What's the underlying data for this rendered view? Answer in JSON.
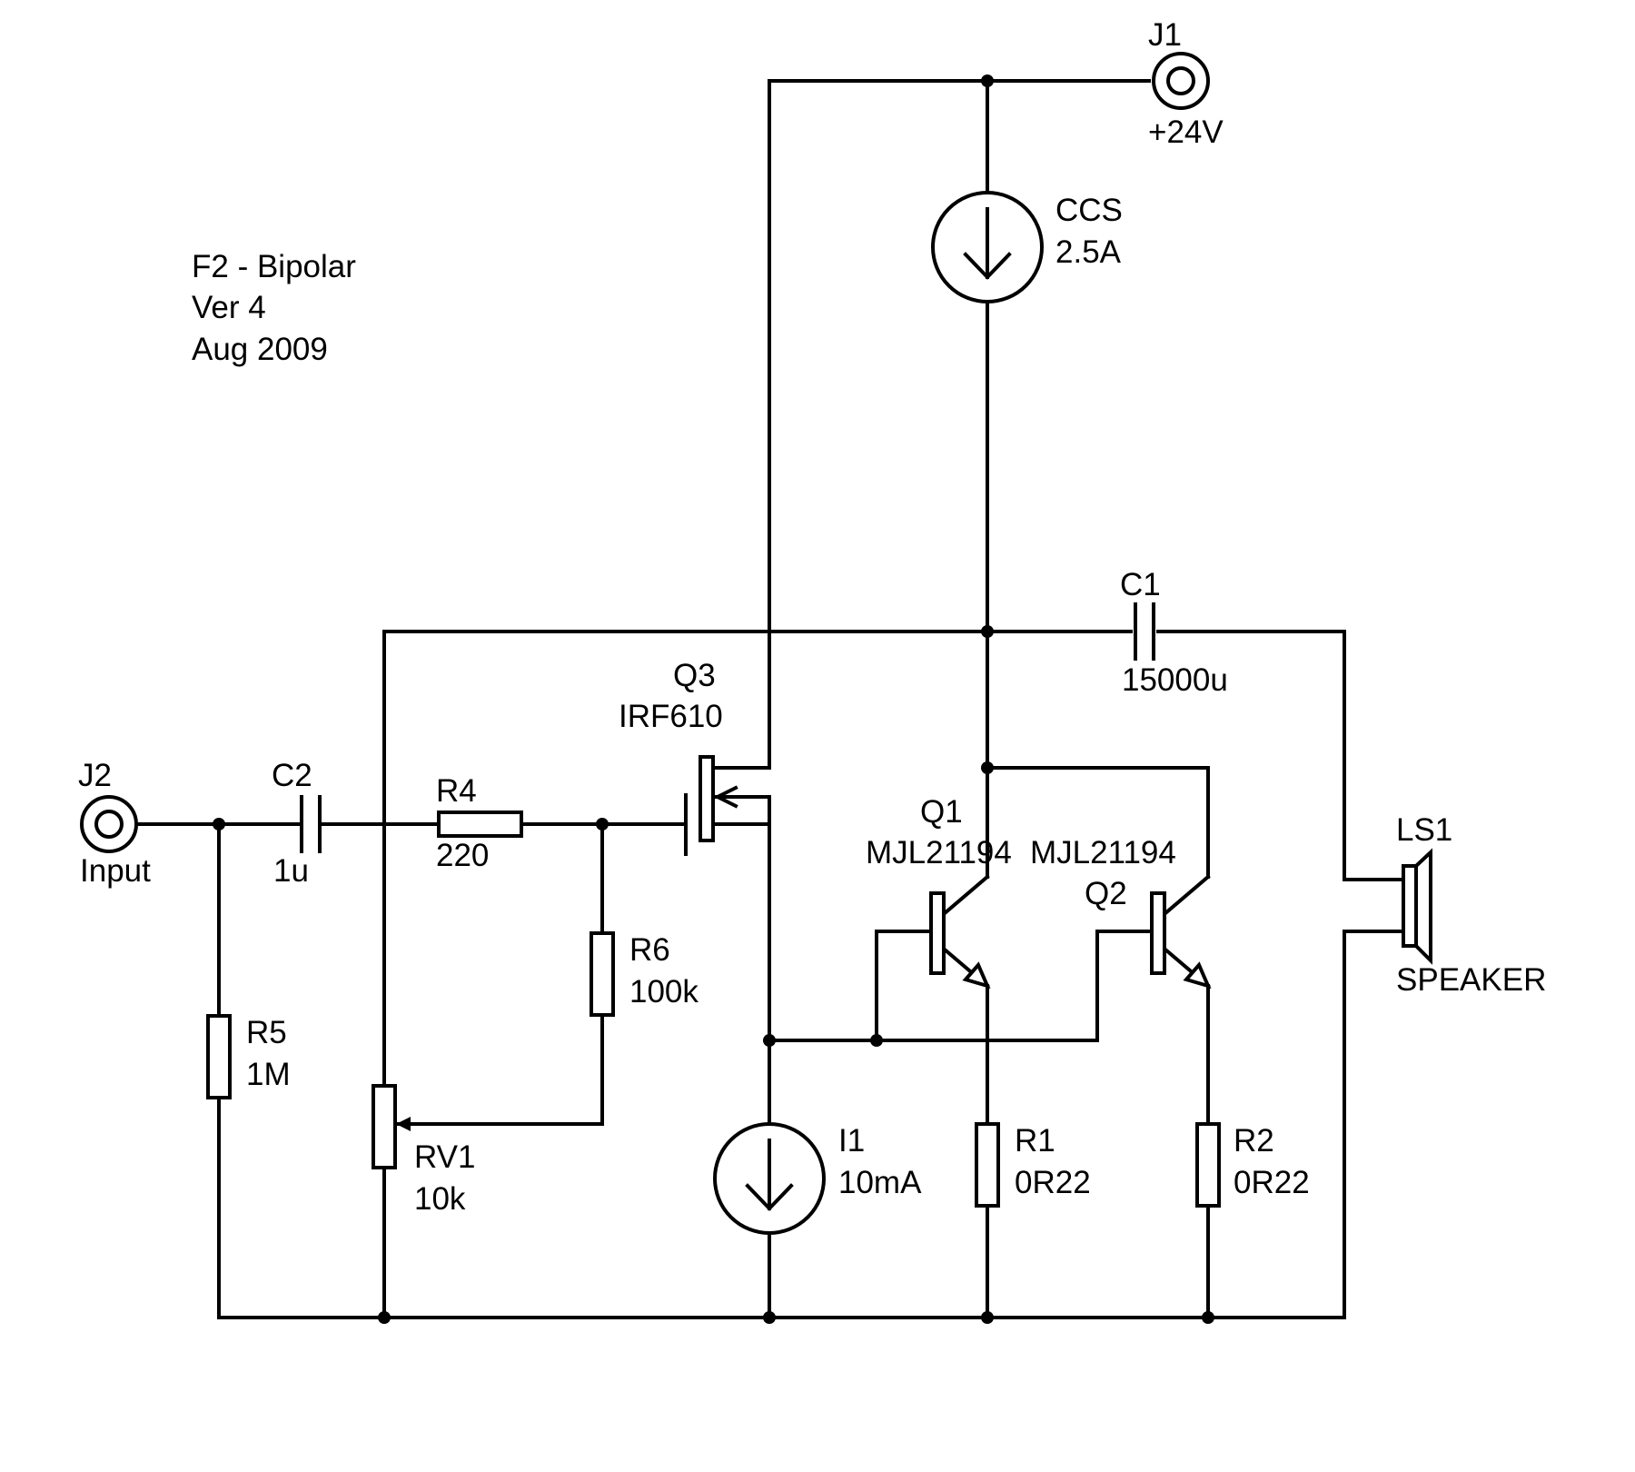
{
  "title_block": {
    "line1": "F2 - Bipolar",
    "line2": "Ver 4",
    "line3": "Aug 2009"
  },
  "components": {
    "j1": {
      "ref": "J1",
      "value": "+24V"
    },
    "j2": {
      "ref": "J2",
      "value": "Input"
    },
    "ccs": {
      "ref": "CCS",
      "value": "2.5A"
    },
    "c1": {
      "ref": "C1",
      "value": "15000u"
    },
    "c2": {
      "ref": "C2",
      "value": "1u"
    },
    "r4": {
      "ref": "R4",
      "value": "220"
    },
    "r5": {
      "ref": "R5",
      "value": "1M"
    },
    "r6": {
      "ref": "R6",
      "value": "100k"
    },
    "rv1": {
      "ref": "RV1",
      "value": "10k"
    },
    "q3": {
      "ref": "Q3",
      "value": "IRF610"
    },
    "q1": {
      "ref": "Q1",
      "value": "MJL21194"
    },
    "q2": {
      "ref": "Q2",
      "value": "MJL21194"
    },
    "i1": {
      "ref": "I1",
      "value": "10mA"
    },
    "r1": {
      "ref": "R1",
      "value": "0R22"
    },
    "r2": {
      "ref": "R2",
      "value": "0R22"
    },
    "ls1": {
      "ref": "LS1",
      "value": "SPEAKER"
    }
  },
  "colors": {
    "ink": "#000000",
    "background": "#ffffff"
  }
}
